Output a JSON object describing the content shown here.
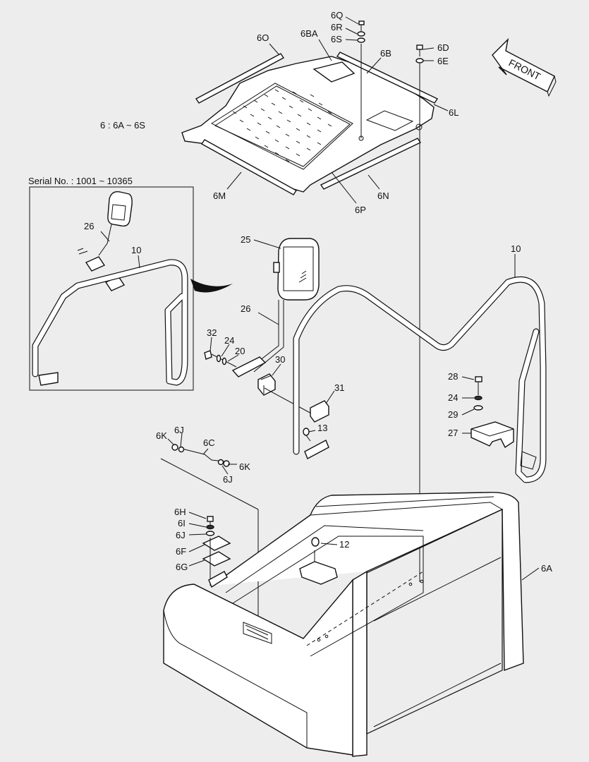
{
  "diagram": {
    "note": "6 : 6A ~ 6S",
    "inset_title": "Serial No. : 1001 ~ 10365",
    "front_label": "FRONT",
    "callouts": {
      "c6Q": "6Q",
      "c6R": "6R",
      "c6S": "6S",
      "c6O": "6O",
      "c6BA": "6BA",
      "c6B": "6B",
      "c6D": "6D",
      "c6E": "6E",
      "c6L": "6L",
      "c6M": "6M",
      "c6N": "6N",
      "c6P": "6P",
      "c26i": "26",
      "c10i": "10",
      "c25": "25",
      "c26": "26",
      "c10": "10",
      "c32": "32",
      "c24a": "24",
      "c20": "20",
      "c30": "30",
      "c31": "31",
      "c13": "13",
      "c28": "28",
      "c24b": "24",
      "c29": "29",
      "c27": "27",
      "c6K1": "6K",
      "c6J1": "6J",
      "c6C": "6C",
      "c6K2": "6K",
      "c6J2": "6J",
      "c6H": "6H",
      "c6I": "6I",
      "c6J3": "6J",
      "c6F": "6F",
      "c6G": "6G",
      "c12": "12",
      "c6A": "6A"
    }
  }
}
